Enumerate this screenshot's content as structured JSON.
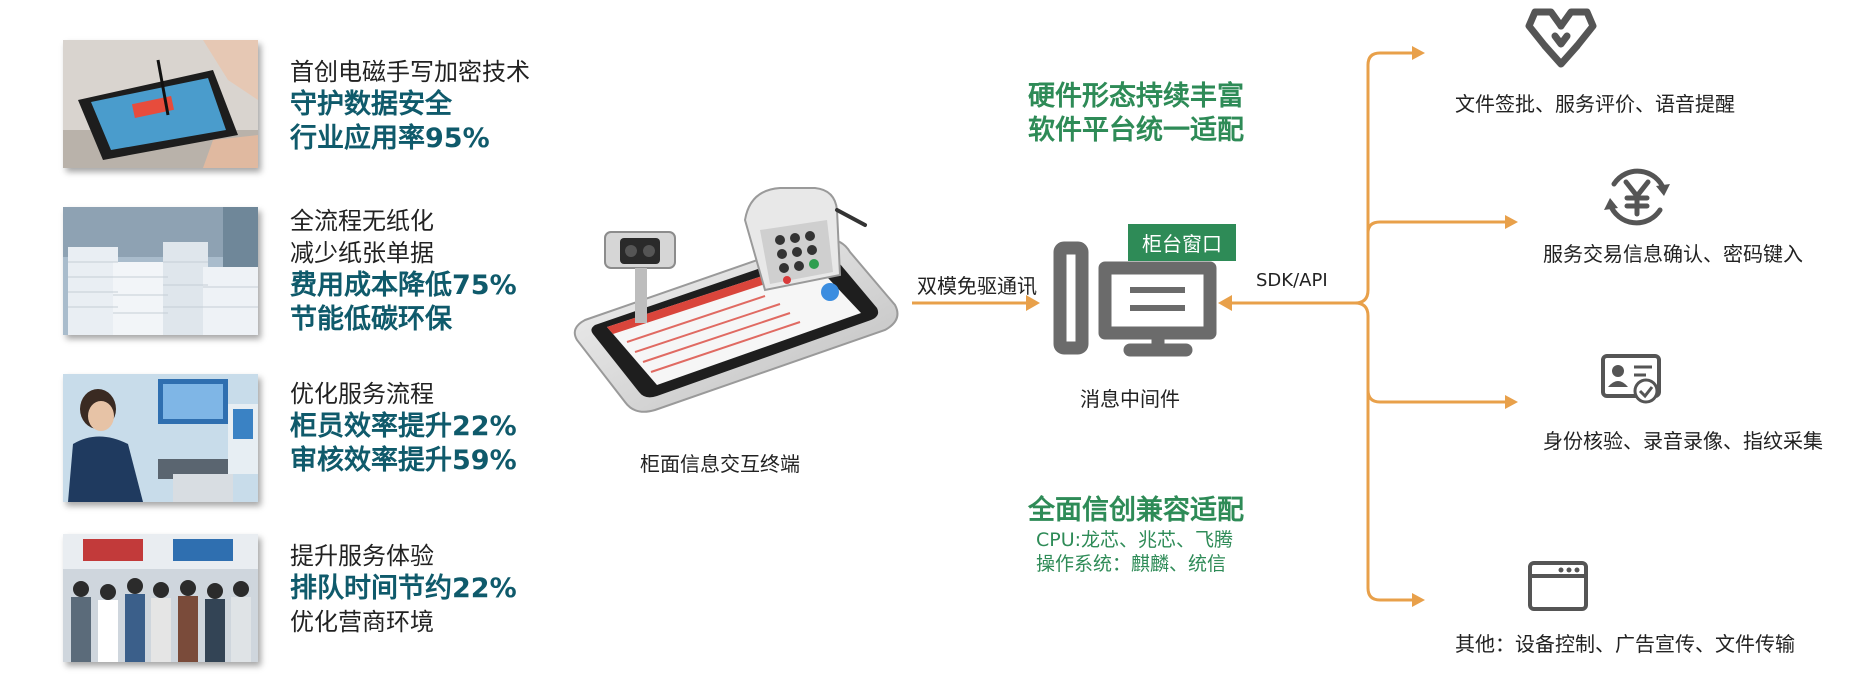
{
  "features": [
    {
      "lines": [
        {
          "text": "首创电磁手写加密技术",
          "bold": false
        },
        {
          "text": "守护数据安全",
          "bold": true
        },
        {
          "text": "行业应用率95%",
          "bold": true
        }
      ]
    },
    {
      "lines": [
        {
          "text": "全流程无纸化",
          "bold": false
        },
        {
          "text": "减少纸张单据",
          "bold": false
        },
        {
          "text": "费用成本降低75%",
          "bold": true
        },
        {
          "text": "节能低碳环保",
          "bold": true
        }
      ]
    },
    {
      "lines": [
        {
          "text": "优化服务流程",
          "bold": false
        },
        {
          "text": "柜员效率提升22%",
          "bold": true
        },
        {
          "text": "审核效率提升59%",
          "bold": true
        }
      ]
    },
    {
      "lines": [
        {
          "text": "提升服务体验",
          "bold": false
        },
        {
          "text": "排队时间节约22%",
          "bold": true
        },
        {
          "text": "优化营商环境",
          "bold": false
        }
      ]
    }
  ],
  "terminal": {
    "caption": "柜面信息交互终端"
  },
  "link_left": {
    "label": "双模免驱通讯"
  },
  "hardware": {
    "line1": "硬件形态持续丰富",
    "line2": "软件平台统一适配"
  },
  "middleware": {
    "badge": "柜台窗口",
    "caption": "消息中间件"
  },
  "sdk": {
    "label": "SDK/API"
  },
  "xinchuang": {
    "title": "全面信创兼容适配",
    "cpu": "CPU:龙芯、兆芯、飞腾",
    "os": "操作系统：麒麟、统信"
  },
  "capabilities": [
    {
      "icon": "heart-handshake-icon",
      "text": "文件签批、服务评价、语音提醒"
    },
    {
      "icon": "yuan-exchange-icon",
      "text": "服务交易信息确认、密码键入"
    },
    {
      "icon": "id-card-check-icon",
      "text": "身份核验、录音录像、指纹采集"
    },
    {
      "icon": "browser-window-icon",
      "text": "其他：设备控制、广告宣传、文件传输"
    }
  ],
  "colors": {
    "teal": "#0f5a6b",
    "green": "#2e8b57",
    "orange": "#e8a04a",
    "badge": "#2e8b57",
    "gray": "#666666"
  }
}
